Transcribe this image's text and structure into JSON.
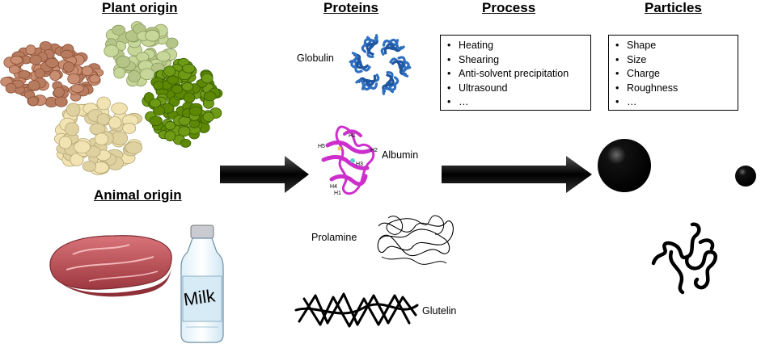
{
  "headings": {
    "plant_origin": "Plant origin",
    "animal_origin": "Animal origin",
    "proteins": "Proteins",
    "process": "Process",
    "particles": "Particles"
  },
  "proteins": {
    "globulin": "Globulin",
    "albumin": "Albumin",
    "prolamine": "Prolamine",
    "glutelin": "Glutelin"
  },
  "process_list": [
    "Heating",
    "Shearing",
    "Anti-solvent precipitation",
    "Ultrasound",
    "…"
  ],
  "particles_list": [
    "Shape",
    "Size",
    "Charge",
    "Roughness",
    "…"
  ],
  "bottle_label": "Milk",
  "albumin_helix_labels": [
    "H1",
    "H2",
    "H3",
    "H4",
    "H5",
    "H1"
  ],
  "colors": {
    "lentils": "#c98d72",
    "green_lentils": "#c7d79a",
    "chickpeas": "#f1e4b2",
    "peas": "#6f9a16",
    "globulin": "#2f6fc0",
    "albumin": "#cc2fcc",
    "meat": "#c0565c",
    "arrow": "#000000"
  }
}
